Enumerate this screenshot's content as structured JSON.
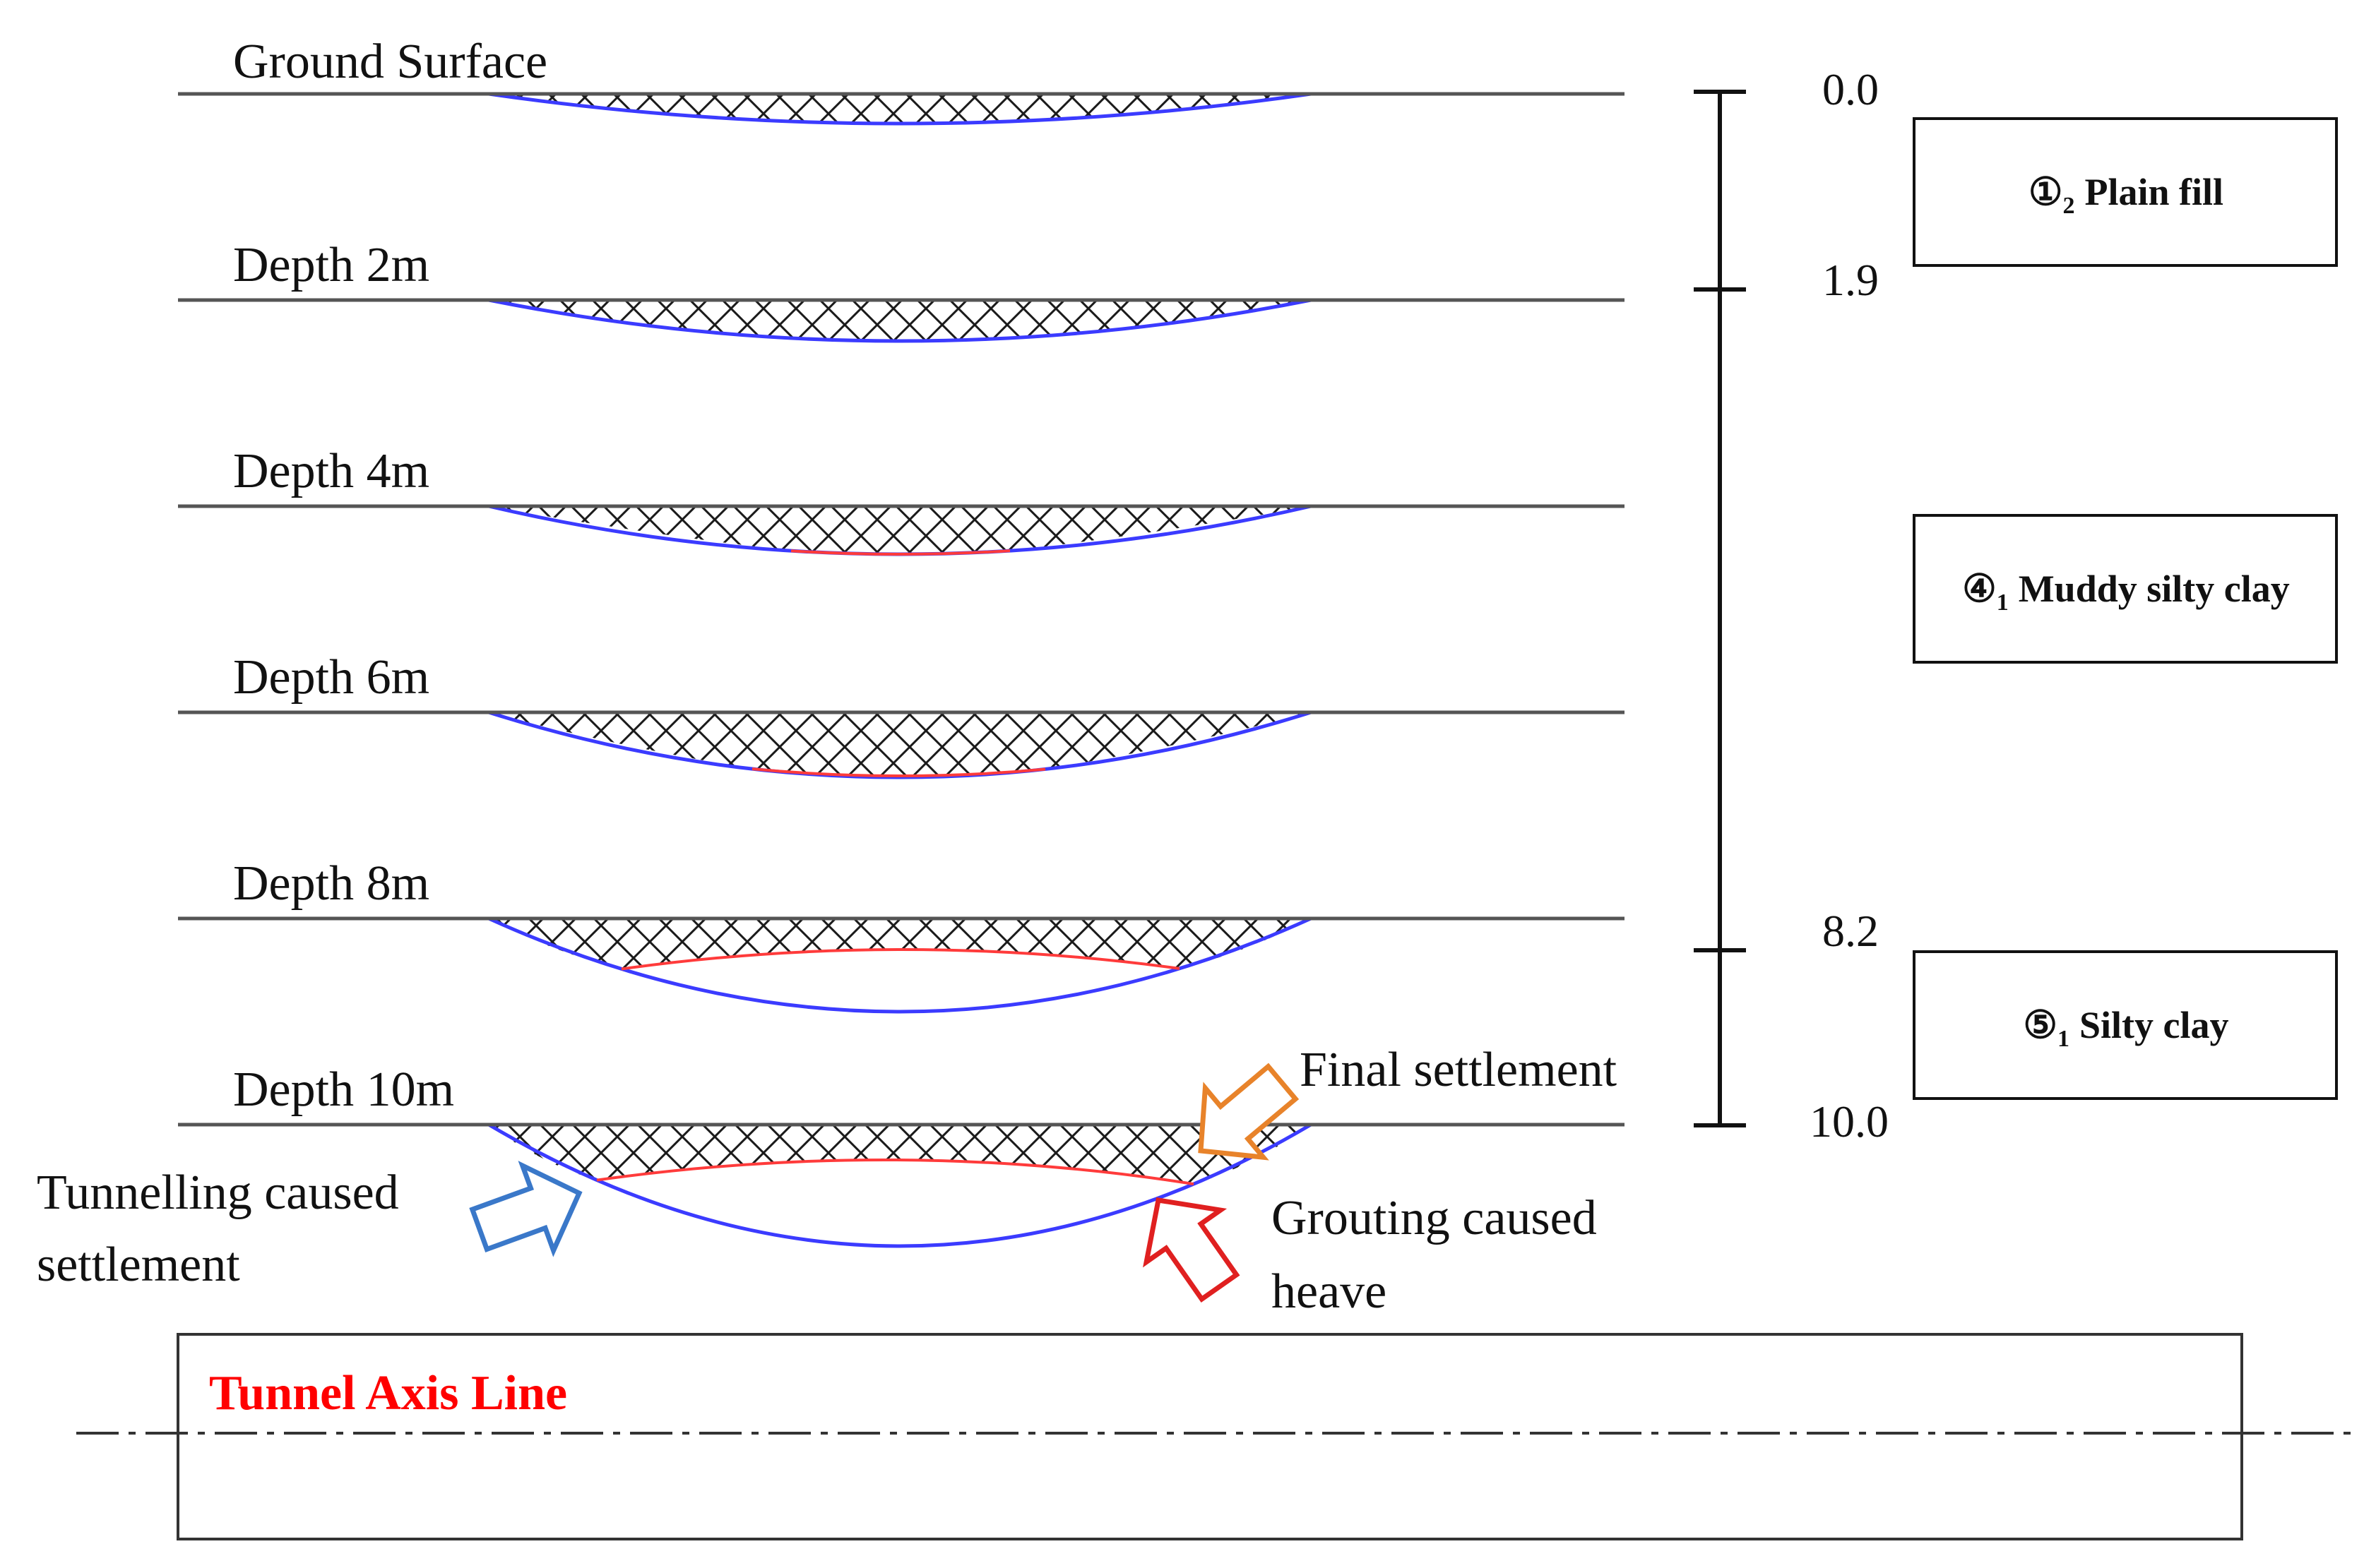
{
  "depth_levels": [
    {
      "label": "Ground Surface",
      "has_heave": false
    },
    {
      "label": "Depth 2m",
      "has_heave": false
    },
    {
      "label": "Depth 4m",
      "has_heave": true
    },
    {
      "label": "Depth 6m",
      "has_heave": true
    },
    {
      "label": "Depth 8m",
      "has_heave": true
    },
    {
      "label": "Depth 10m",
      "has_heave": true
    }
  ],
  "depth_scale": {
    "ticks": [
      {
        "value": 0.0,
        "label": "0.0"
      },
      {
        "value": 1.9,
        "label": "1.9"
      },
      {
        "value": 8.2,
        "label": "8.2"
      },
      {
        "value": 10.0,
        "label": "10.0"
      }
    ]
  },
  "soil_layers": [
    {
      "symbol": "①",
      "subscript": "2",
      "name": "Plain fill"
    },
    {
      "symbol": "④",
      "subscript": "1",
      "name": "Muddy silty clay"
    },
    {
      "symbol": "⑤",
      "subscript": "1",
      "name": "Silty clay"
    }
  ],
  "annotations": {
    "final_settlement": "Final settlement",
    "tunnelling_caused_line1": "Tunnelling caused",
    "tunnelling_caused_line2": "settlement",
    "grouting_caused_line1": "Grouting caused",
    "grouting_caused_line2": "heave"
  },
  "tunnel": {
    "axis_label": "Tunnel Axis Line"
  },
  "colors": {
    "ground_line": "#555555",
    "settlement_curve": "#3b3bff",
    "heave_curve": "#ff3b3b",
    "hatch": "#1a1a1a",
    "axis_label": "#ff0000",
    "arrow_final": "#e8832a",
    "arrow_tunnelling": "#3a78c9",
    "arrow_grouting": "#e02020",
    "frame": "#333333"
  }
}
